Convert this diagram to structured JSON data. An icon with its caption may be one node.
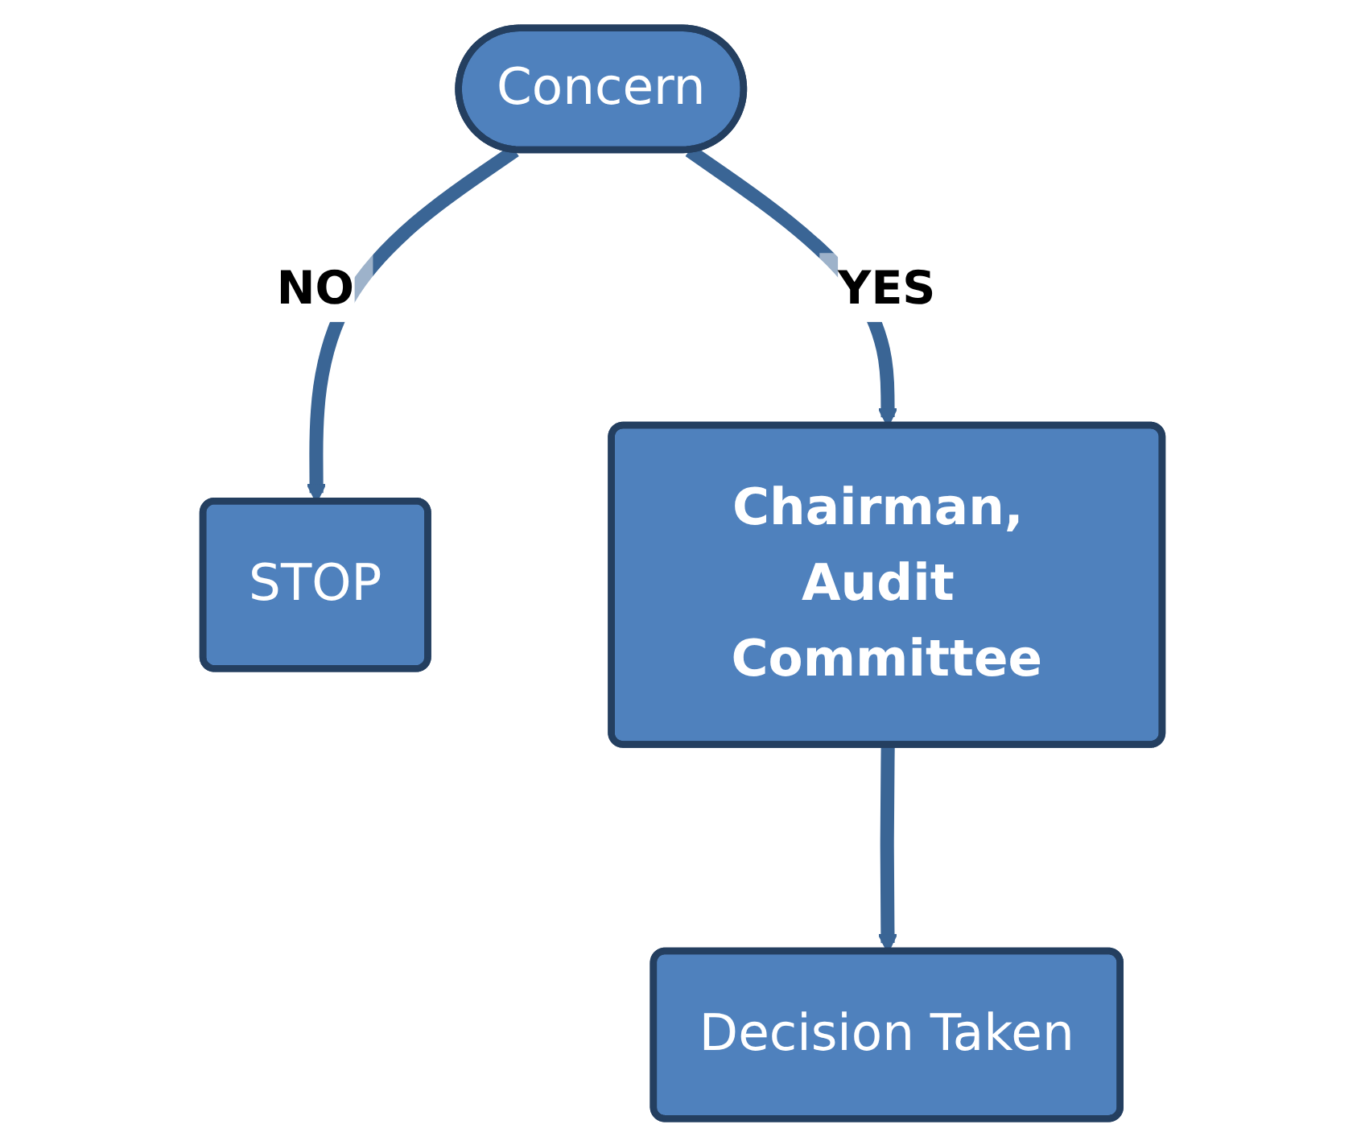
{
  "diagram": {
    "nodes": [
      {
        "text": [
          "STOP"
        ]
      },
      {
        "text": [
          "Concern"
        ]
      },
      {
        "text": [
          "Chairman, Audit Committee"
        ]
      },
      {
        "text": [
          "Decision Taken"
        ]
      }
    ],
    "edges": [
      {
        "from": 1,
        "to": 0,
        "arrow": "to",
        "label": "NO"
      },
      {
        "from": 1,
        "to": 2,
        "arrow": "to",
        "label": "YES"
      },
      {
        "from": 2,
        "to": 3,
        "arrow": "to"
      }
    ]
  }
}
